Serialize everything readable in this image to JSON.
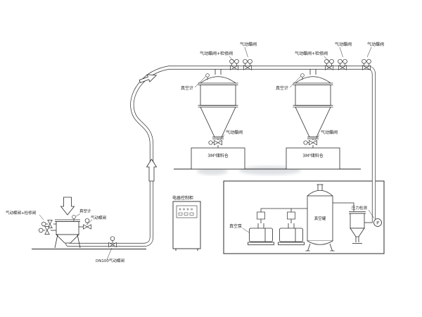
{
  "receivers": [
    {
      "valve_top": "气动蝶阀",
      "valve_service": "气动蝶阀+检修阀",
      "gauge": "真空计",
      "discharge_valve": "气动蝶阀",
      "bin": "3M³储料仓"
    },
    {
      "valve_top": "气动蝶阀",
      "valve_service": "气动蝶阀+检修阀",
      "gauge": "真空计",
      "discharge_valve": "气动蝶阀",
      "bin": "3M³储料仓"
    }
  ],
  "right_line": {
    "valve": "气动蝶阀"
  },
  "feeder": {
    "valve_service": "气动蝶阀+检修阀",
    "gauge": "真空计",
    "valve": "气动蝶阀",
    "dn100": "DN100气动蝶阀"
  },
  "cabinet": {
    "label": "电器控制柜"
  },
  "pump_station": {
    "pump": "真空泵",
    "tank": "真空罐",
    "pressure": "压力检测",
    "gauge_letter": "P"
  }
}
